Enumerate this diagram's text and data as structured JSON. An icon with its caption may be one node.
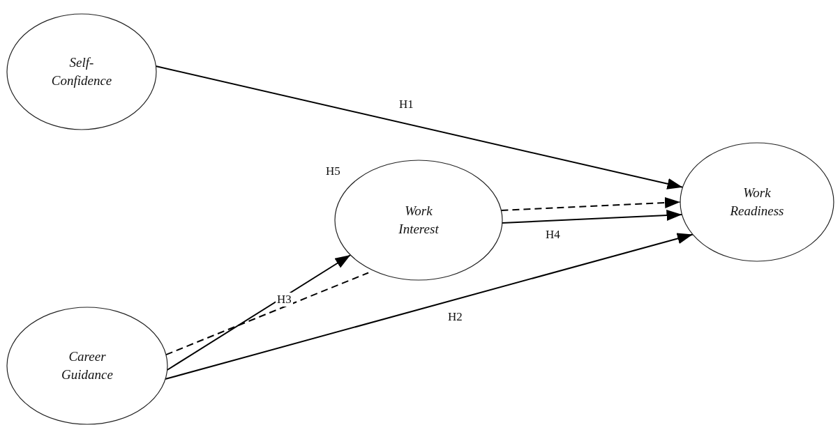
{
  "diagram": {
    "nodes": [
      {
        "text": [
          "Self-Confidence"
        ]
      },
      {
        "text": [
          "Work Interest"
        ]
      },
      {
        "text": [
          "Work Readiness"
        ]
      },
      {
        "text": [
          "Career Guidance"
        ]
      }
    ],
    "edges": [
      {
        "from": 0,
        "to": 2,
        "arrow": "to",
        "label": "H1"
      },
      {
        "from": 3,
        "to": 1,
        "arrow": "none",
        "style": "dashed"
      },
      {
        "from": 3,
        "to": 1,
        "arrow": "to",
        "label": "H3"
      },
      {
        "from": 1,
        "to": 2,
        "arrow": "to",
        "style": "dashed"
      },
      {
        "from": 1,
        "to": 2,
        "arrow": "to",
        "label": "H4"
      },
      {
        "from": 3,
        "to": 2,
        "arrow": "to",
        "label": "H2"
      }
    ],
    "labels": [
      "H5"
    ]
  }
}
